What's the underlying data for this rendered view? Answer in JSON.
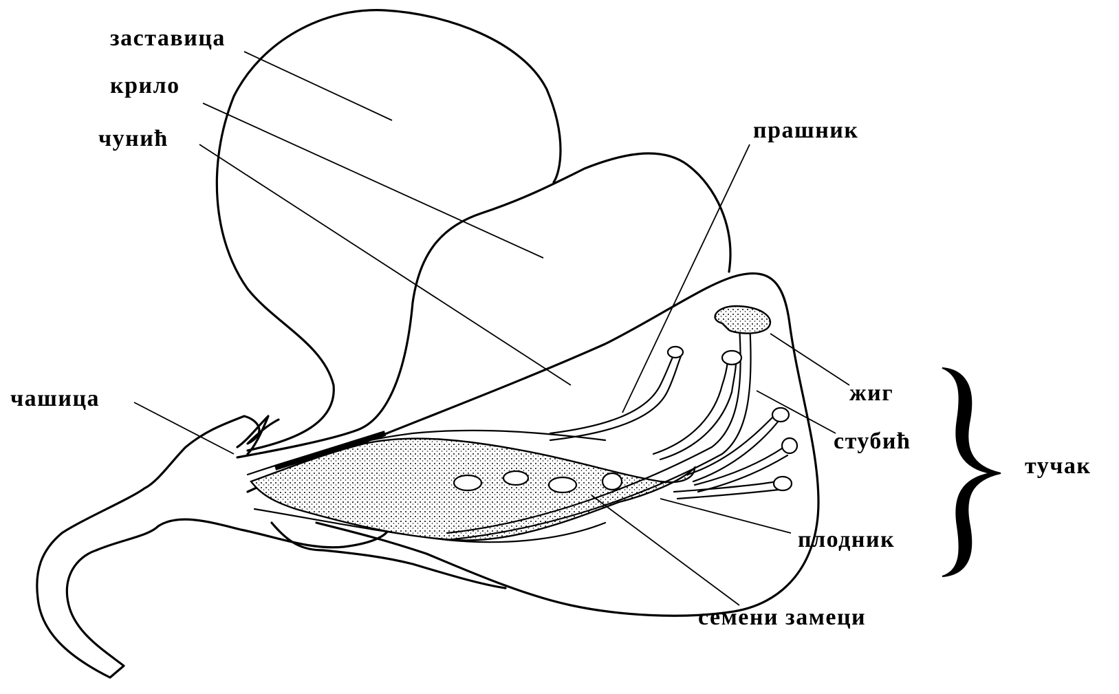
{
  "labels": {
    "zastavica": "заставица",
    "krilo": "крило",
    "cunic": "чунић",
    "prasnik": "прашник",
    "casica": "чашица",
    "zig": "жиг",
    "stubic": "стубић",
    "tucak": "тучак",
    "plodnik": "плодник",
    "semeni_zameci": "семени замеци"
  }
}
